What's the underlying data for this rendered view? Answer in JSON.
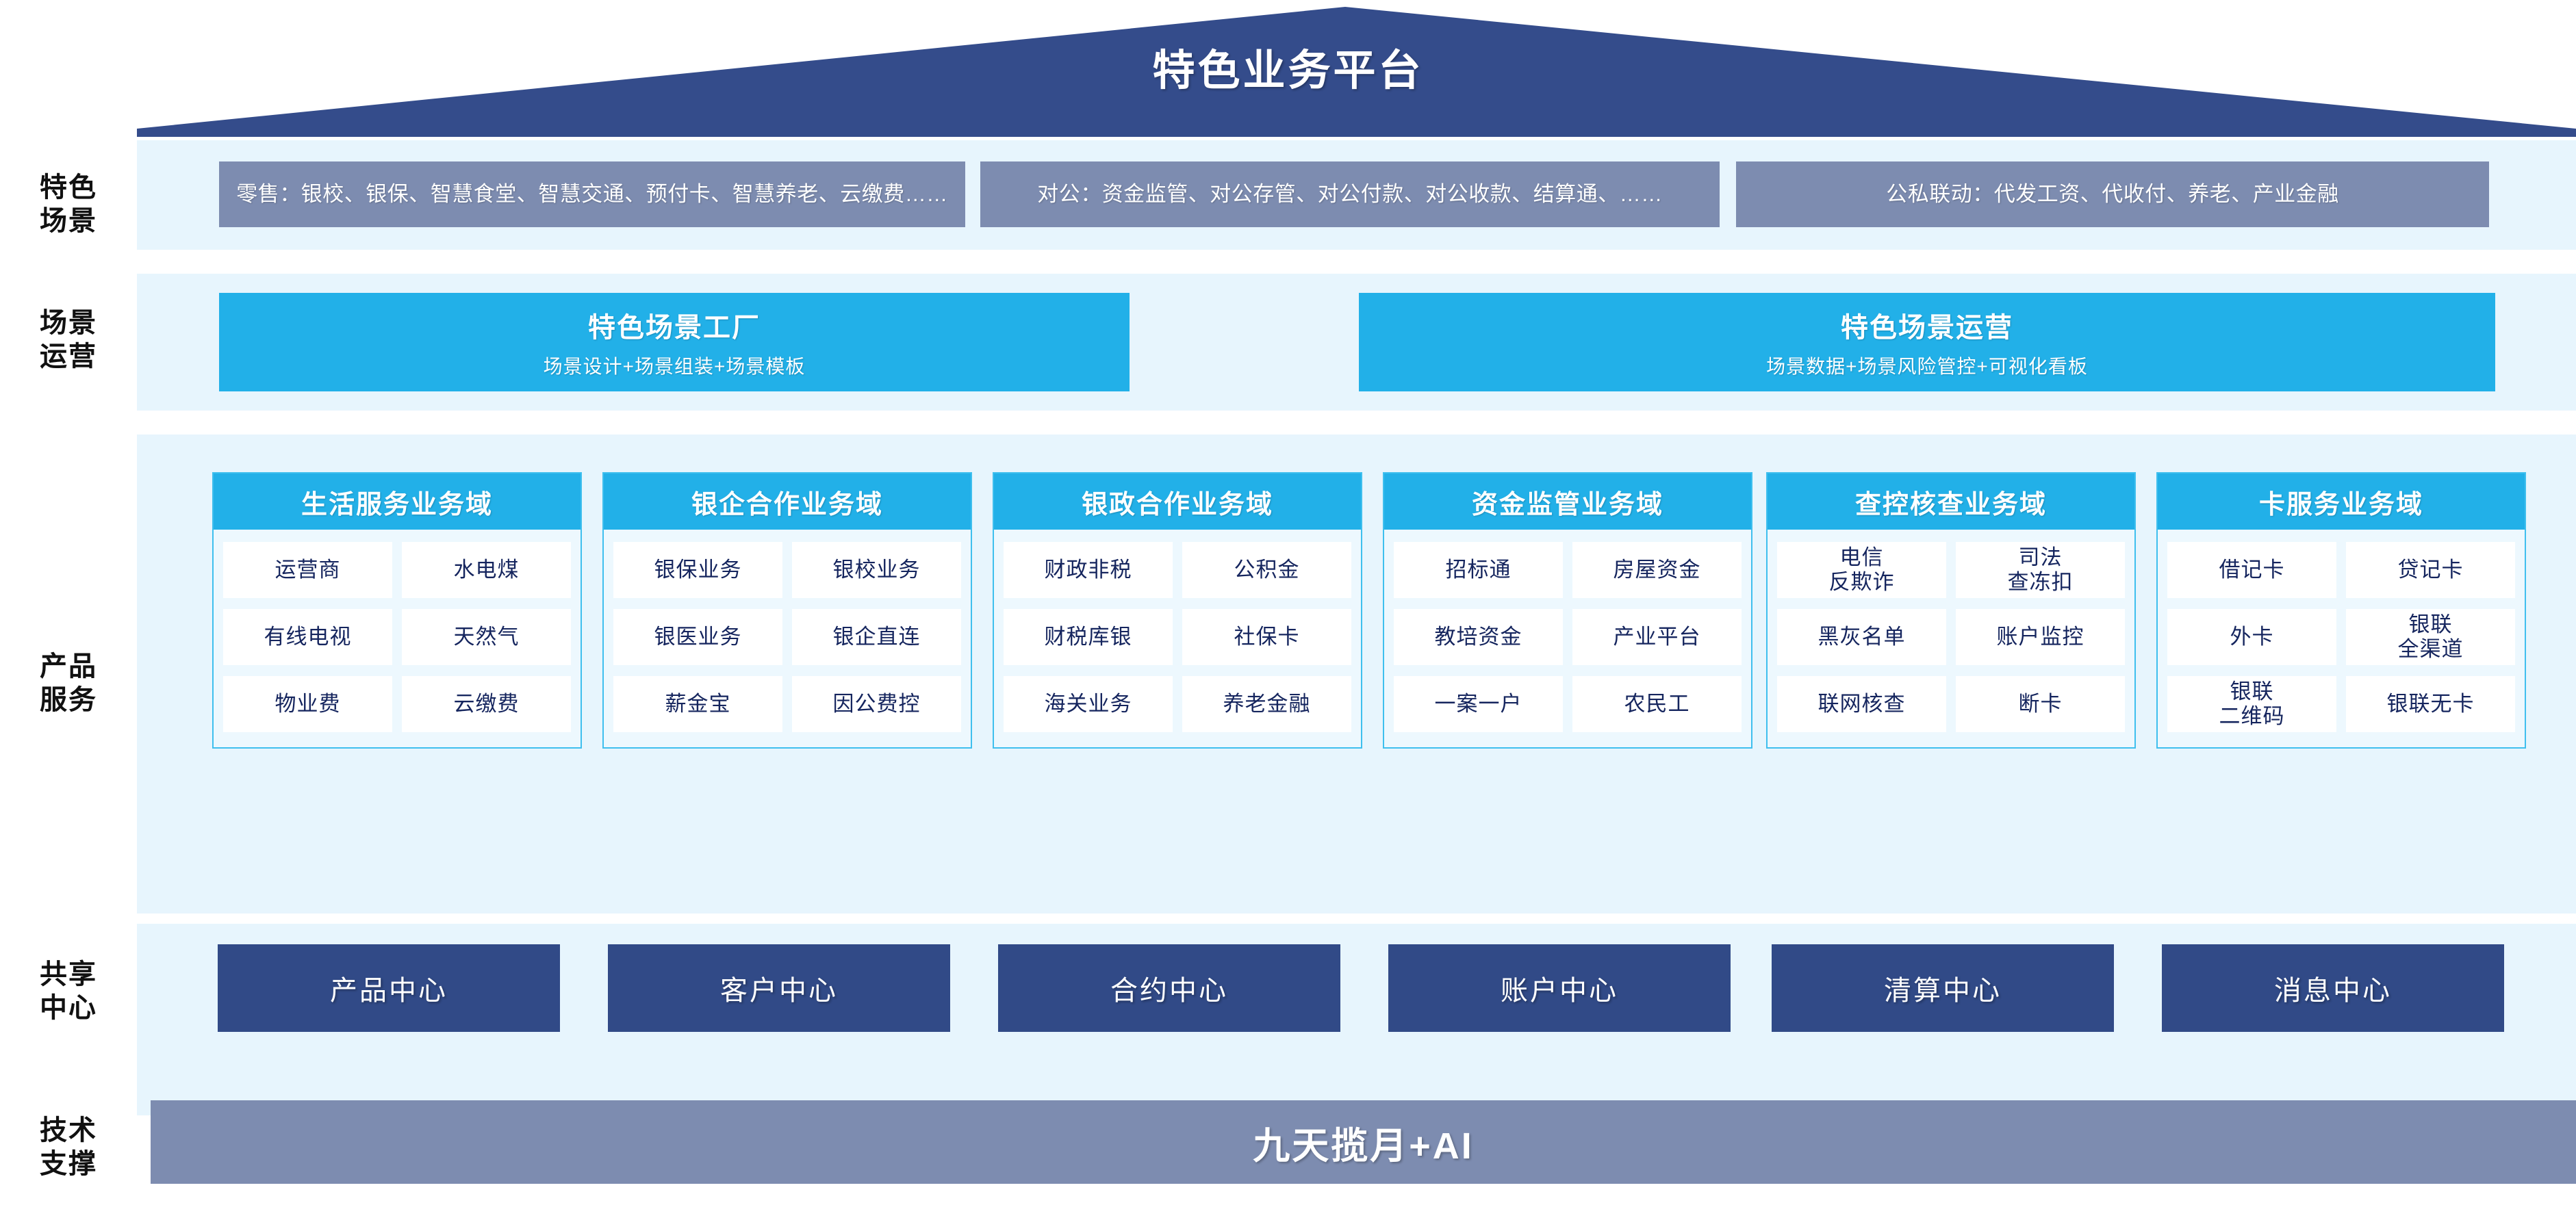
{
  "banner": {
    "title": "特色业务平台",
    "color": "#344c8b"
  },
  "colors": {
    "band_bg": "#e7f5fd",
    "cyan": "#22b0e8",
    "slate": "#7d8cb0",
    "navy": "#314a87",
    "item_text": "#15255e"
  },
  "rows": {
    "scenario": {
      "label": "特色\n场景",
      "boxes": [
        "零售：银校、银保、智慧食堂、智慧交通、预付卡、智慧养老、云缴费……",
        "对公：资金监管、对公存管、对公付款、对公收款、结算通、……",
        "公私联动：代发工资、代收付、养老、产业金融"
      ]
    },
    "operations": {
      "label": "场景\n运营",
      "boxes": [
        {
          "title": "特色场景工厂",
          "subtitle": "场景设计+场景组装+场景模板"
        },
        {
          "title": "特色场景运营",
          "subtitle": "场景数据+场景风险管控+可视化看板"
        }
      ]
    },
    "product_service": {
      "label": "产品\n服务",
      "domains": [
        {
          "title": "生活服务业务域",
          "items": [
            "运营商",
            "水电煤",
            "有线电视",
            "天然气",
            "物业费",
            "云缴费"
          ]
        },
        {
          "title": "银企合作业务域",
          "items": [
            "银保业务",
            "银校业务",
            "银医业务",
            "银企直连",
            "薪金宝",
            "因公费控"
          ]
        },
        {
          "title": "银政合作业务域",
          "items": [
            "财政非税",
            "公积金",
            "财税库银",
            "社保卡",
            "海关业务",
            "养老金融"
          ]
        },
        {
          "title": "资金监管业务域",
          "items": [
            "招标通",
            "房屋资金",
            "教培资金",
            "产业平台",
            "一案一户",
            "农民工"
          ]
        },
        {
          "title": "查控核查业务域",
          "items": [
            "电信\n反欺诈",
            "司法\n查冻扣",
            "黑灰名单",
            "账户监控",
            "联网核查",
            "断卡"
          ]
        },
        {
          "title": "卡服务业务域",
          "items": [
            "借记卡",
            "贷记卡",
            "外卡",
            "银联\n全渠道",
            "银联\n二维码",
            "银联无卡"
          ]
        }
      ]
    },
    "shared_center": {
      "label": "共享\n中心",
      "boxes": [
        "产品中心",
        "客户中心",
        "合约中心",
        "账户中心",
        "清算中心",
        "消息中心"
      ]
    },
    "tech_support": {
      "label": "技术\n支撑",
      "bar": "九天揽月+AI"
    }
  }
}
